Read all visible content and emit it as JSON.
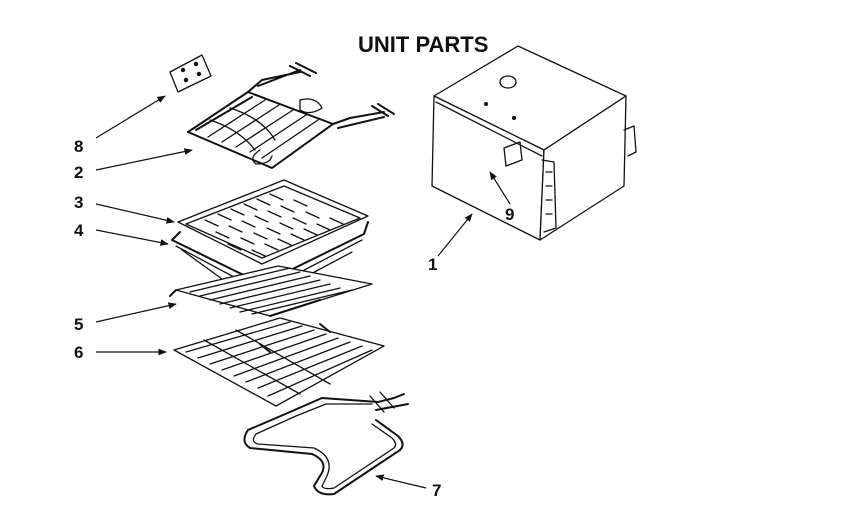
{
  "title": "UNIT PARTS",
  "callouts": {
    "c1": "1",
    "c2": "2",
    "c3": "3",
    "c4": "4",
    "c5": "5",
    "c6": "6",
    "c7": "7",
    "c8": "8",
    "c9": "9"
  }
}
